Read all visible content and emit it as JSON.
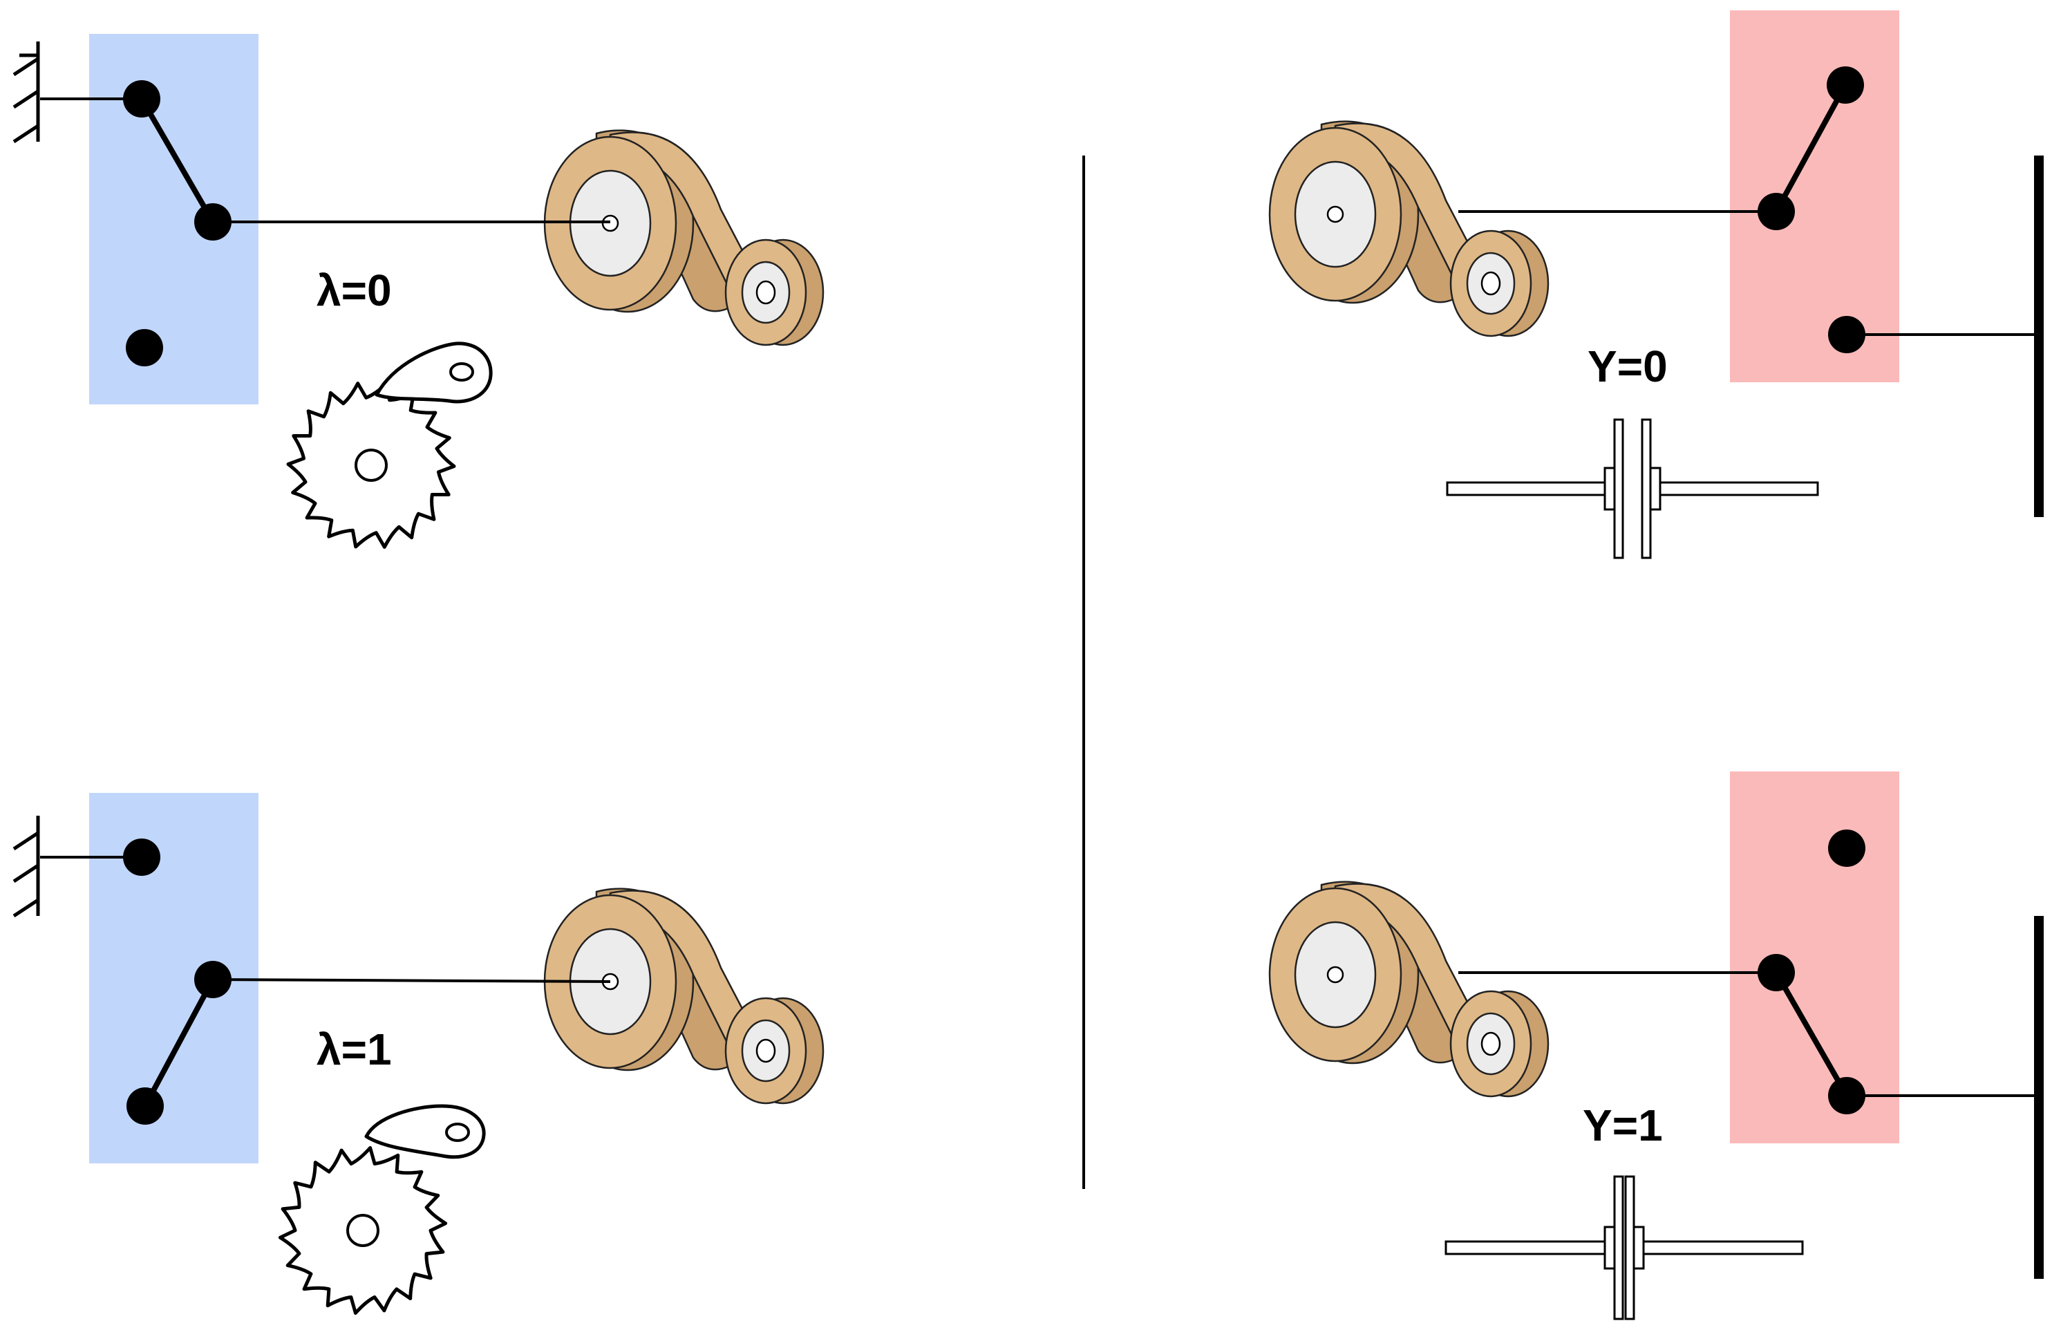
{
  "labels": {
    "lambda0": "λ=0",
    "lambda1": "λ=1",
    "y0": "Y=0",
    "y1": "Y=1"
  },
  "colors": {
    "blue_box": "#c1d6fb",
    "pink_box": "#fbbaba",
    "spring_tan": "#dfb887",
    "spring_dark": "#c9a06e",
    "hub": "#ececec",
    "ink": "#000000"
  },
  "icons": [
    "ground-hatch-icon",
    "switch-icon",
    "clock-spring-icon",
    "ratchet-wheel-icon",
    "pawl-icon",
    "clutch-icon",
    "wall-icon"
  ]
}
